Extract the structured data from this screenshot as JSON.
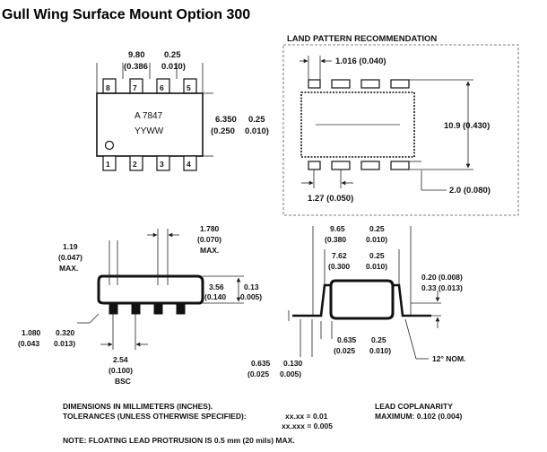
{
  "title": "Gull Wing Surface Mount Option 300",
  "top_view": {
    "marking_line1": "A 7847",
    "marking_line2": "YYWW",
    "pins_top": [
      "8",
      "7",
      "6",
      "5"
    ],
    "pins_bottom": [
      "1",
      "2",
      "3",
      "4"
    ],
    "width_mm": "9.80",
    "width_tol_mm": "0.25",
    "width_in": "(0.386",
    "width_tol_in": "0.010)",
    "height_mm": "6.350",
    "height_tol_mm": "0.25",
    "height_in": "(0.250",
    "height_tol_in": "0.010)"
  },
  "land_pattern": {
    "heading": "LAND PATTERN RECOMMENDATION",
    "pad_width": "1.016 (0.040)",
    "row_span": "10.9 (0.430)",
    "pitch": "1.27 (0.050)",
    "pad_length": "2.0 (0.080)"
  },
  "side_view": {
    "lead_width_a": "1.19",
    "lead_width_b": "(0.047)",
    "lead_width_c": "MAX.",
    "top_width_a": "1.780",
    "top_width_b": "(0.070)",
    "top_width_c": "MAX.",
    "body_h_mm": "3.56",
    "body_h_tol_mm": "0.13",
    "body_h_in": "(0.140",
    "body_h_tol_in": "0.005)",
    "lead_thk_mm": "1.080",
    "lead_thk_tol_mm": "0.320",
    "lead_thk_in": "(0.043",
    "lead_thk_tol_in": "0.013)",
    "pitch_a": "2.54",
    "pitch_b": "(0.100)",
    "pitch_c": "BSC"
  },
  "end_view": {
    "overall_mm": "9.65",
    "overall_tol_mm": "0.25",
    "overall_in": "(0.380",
    "overall_tol_in": "0.010)",
    "body_mm": "7.62",
    "body_tol_mm": "0.25",
    "body_in": "(0.300",
    "body_tol_in": "0.010)",
    "standoff_a": "0.20 (0.008)",
    "standoff_b": "0.33 (0.013)",
    "foot_mm": "0.635",
    "foot_tol_mm": "0.25",
    "foot_in": "(0.025",
    "foot_tol_in": "0.010)",
    "lead_mm": "0.635",
    "lead_tol_mm": "0.130",
    "lead_in": "(0.025",
    "lead_tol_in": "0.005)",
    "angle": "12° NOM."
  },
  "notes": {
    "dims_line1": "DIMENSIONS IN MILLIMETERS (INCHES).",
    "dims_line2": "TOLERANCES (UNLESS OTHERWISE SPECIFIED):",
    "tol1": "xx.xx = 0.01",
    "tol2": "xx.xxx = 0.005",
    "coplanarity_1": "LEAD COPLANARITY",
    "coplanarity_2": "MAXIMUM: 0.102 (0.004)",
    "protrusion": "NOTE: FLOATING LEAD PROTRUSION IS 0.5 mm (20 mils) MAX."
  }
}
